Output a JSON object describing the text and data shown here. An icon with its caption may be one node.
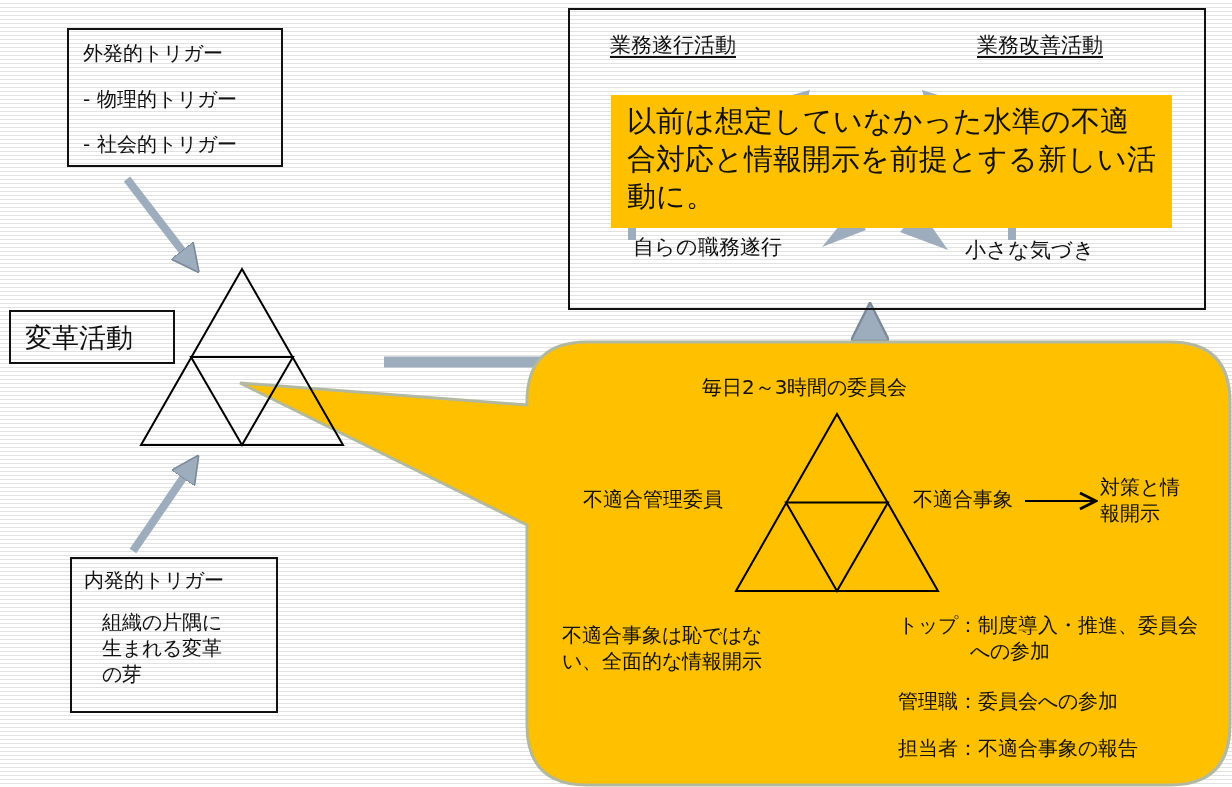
{
  "diagram": {
    "nodes": [
      {
        "text": [
          "外発的トリガー",
          "- 物理的トリガー",
          "- 社会的トリガー"
        ]
      },
      {
        "text": [
          "変革活動"
        ]
      },
      {
        "text": [],
        "shape": "triangle"
      },
      {
        "text": [
          "内発的トリガー",
          "組織の片隅に生まれる変革の芽"
        ]
      },
      {
        "text": [
          "業務遂行活動",
          "業務改善活動",
          "自らの職務遂行",
          "小さな気づき"
        ]
      },
      {
        "text": [
          "以前は想定していなかった水準の不適合対応と情報開示を前提とする新しい活動に。"
        ],
        "in": 4
      },
      {
        "text": [
          "毎日2～3時間の委員会",
          "不適合事象は恥ではない、全面的な情報開示",
          "トップ：制度導入・推進、委員会への参加",
          "管理職：委員会への参加",
          "担当者：不適合事象の報告"
        ]
      },
      {
        "text": [],
        "shape": "triangle",
        "in": 6
      },
      {
        "text": [
          "不適合管理委員"
        ],
        "in": 6
      },
      {
        "text": [
          "不適合事象"
        ],
        "in": 6
      },
      {
        "text": [
          "対策と情報開示"
        ],
        "in": 6
      }
    ],
    "edges": [
      {
        "from": 0,
        "to": 2,
        "arrow": "to"
      },
      {
        "from": 3,
        "to": 2,
        "arrow": "to"
      },
      {
        "from": 2,
        "to": 4,
        "arrow": "to"
      },
      {
        "from": 9,
        "to": 10,
        "arrow": "to",
        "color": "#000000"
      }
    ]
  }
}
